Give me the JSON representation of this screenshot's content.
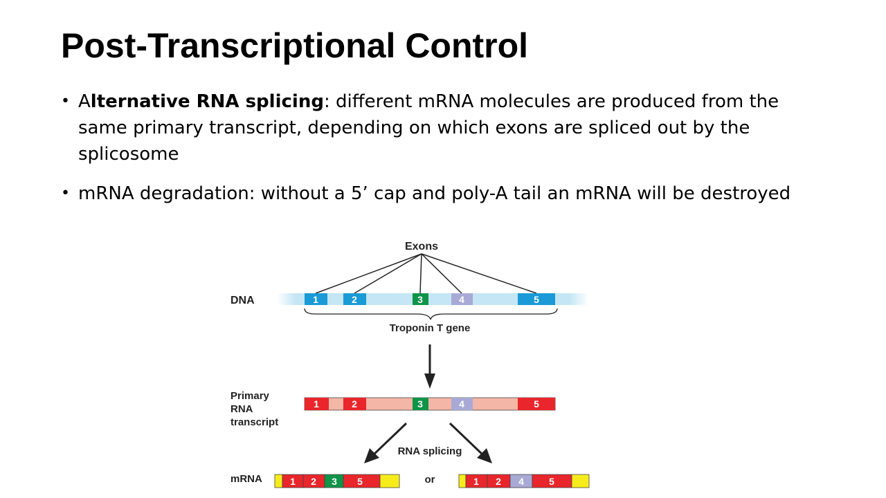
{
  "slide": {
    "title": "Post-Transcriptional Control",
    "bullets": [
      {
        "bold_a": "A",
        "bold_b": "lternative RNA splicing",
        "rest": ": different mRNA molecules are produced from the same primary transcript, depending on which exons are spliced out by the splicosome"
      },
      {
        "text": "mRNA degradation: without a 5’ cap and poly-A tail an mRNA will be destroyed"
      }
    ]
  },
  "diagram": {
    "exons_label": "Exons",
    "dna_label": "DNA",
    "gene_label": "Troponin T gene",
    "primary_label_line1": "Primary",
    "primary_label_line2": "RNA",
    "primary_label_line3": "transcript",
    "splicing_label": "RNA splicing",
    "mrna_label": "mRNA",
    "or_label": "or",
    "exon_numbers": [
      "1",
      "2",
      "3",
      "4",
      "5"
    ],
    "mrna_left_exons": [
      "1",
      "2",
      "3",
      "5"
    ],
    "mrna_right_exons": [
      "1",
      "2",
      "4",
      "5"
    ],
    "colors": {
      "dna_band": "#c4e6f5",
      "dna_exon": "#1a9ad6",
      "exon3": "#0f9448",
      "exon4": "#a9a9d6",
      "rna_band": "#f4b6a6",
      "rna_exon": "#e8262b",
      "cap": "#f7ec1b"
    }
  }
}
